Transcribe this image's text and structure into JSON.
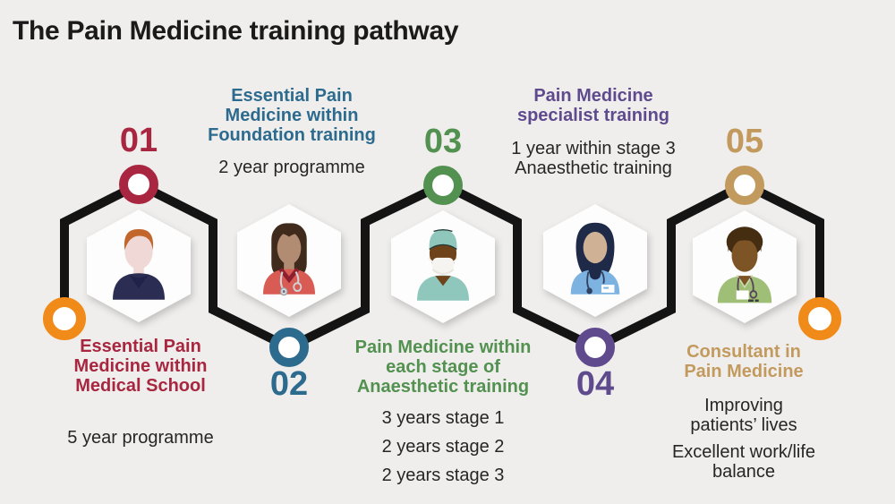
{
  "title": "The Pain Medicine training pathway",
  "colors": {
    "background": "#efeeec",
    "title_text": "#1a1a1a",
    "body_text": "#262626",
    "pathway_line": "#141414",
    "endpoint_marker": "#f08a18"
  },
  "stages": [
    {
      "number": "01",
      "color": "#a8263f",
      "heading": "Essential Pain\nMedicine within\nMedical School",
      "details": [
        "5 year programme"
      ],
      "avatar": "medical-student-avatar"
    },
    {
      "number": "02",
      "color": "#2c6a8e",
      "heading": "Essential Pain\nMedicine within\nFoundation training",
      "details": [
        "2 year programme"
      ],
      "avatar": "foundation-doctor-avatar"
    },
    {
      "number": "03",
      "color": "#539150",
      "heading": "Pain Medicine within\neach stage of\nAnaesthetic training",
      "details": [
        "3 years stage 1",
        "2 years stage 2",
        "2 years stage 3"
      ],
      "avatar": "anaesthetic-trainee-avatar"
    },
    {
      "number": "04",
      "color": "#5f4a8e",
      "heading": "Pain Medicine\nspecialist training",
      "details": [
        "1 year within stage 3\nAnaesthetic training"
      ],
      "avatar": "specialist-trainee-avatar"
    },
    {
      "number": "05",
      "color": "#c39a5e",
      "heading": "Consultant in\nPain Medicine",
      "details": [
        "Improving\npatients’ lives",
        "Excellent work/life\nbalance"
      ],
      "avatar": "consultant-avatar"
    }
  ]
}
